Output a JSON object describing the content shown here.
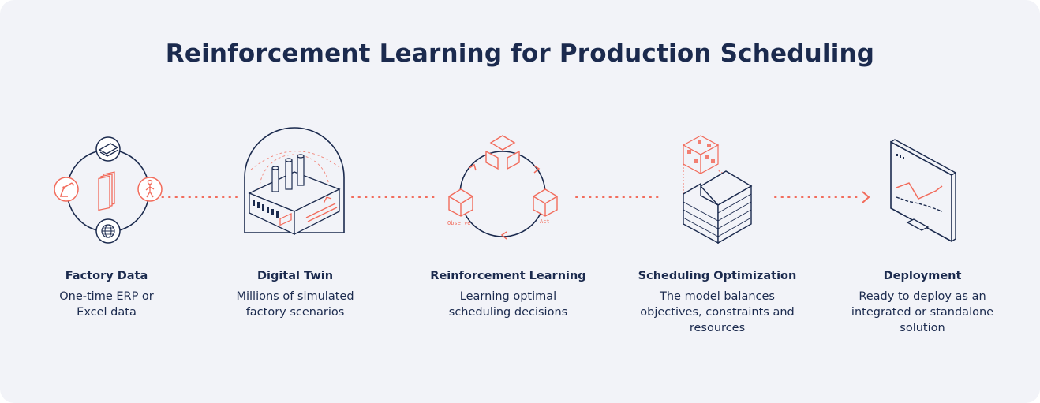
{
  "title": "Reinforcement Learning for Production Scheduling",
  "colors": {
    "background": "#f2f3f8",
    "navy": "#1b2a4e",
    "coral": "#f26b5b"
  },
  "steps": [
    {
      "title": "Factory Data",
      "description": "One-time ERP or\nExcel data"
    },
    {
      "title": "Digital Twin",
      "description": "Millions of simulated\nfactory scenarios"
    },
    {
      "title": "Reinforcement Learning",
      "description": "Learning optimal\nscheduling decisions"
    },
    {
      "title": "Scheduling Optimization",
      "description": "The model balances\nobjectives, constraints and\nresources"
    },
    {
      "title": "Deployment",
      "description": "Ready to deploy as an\nintegrated or standalone\nsolution"
    }
  ],
  "rl_loop": {
    "observe_label": "Observe",
    "act_label": "Act"
  },
  "icons": [
    "document-stack-icon",
    "laptop-icon",
    "robot-arm-icon",
    "worker-icon",
    "globe-icon",
    "factory-icon",
    "cube-icon",
    "brick-block-icon",
    "monitor-chart-icon",
    "arrow-right-icon"
  ]
}
